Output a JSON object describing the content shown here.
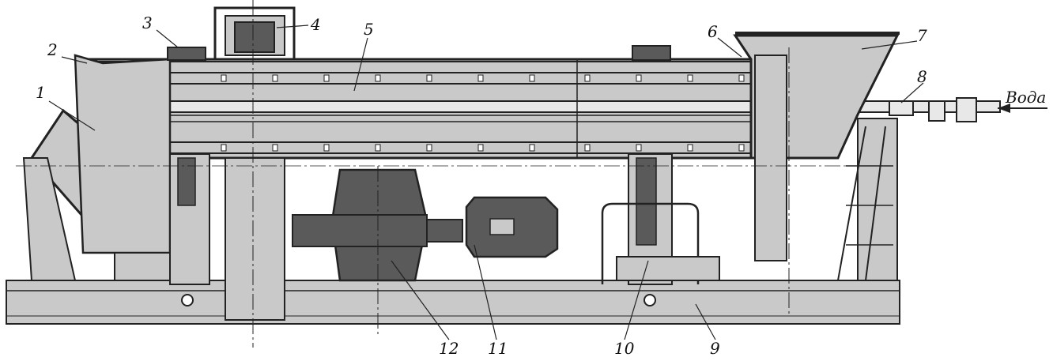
{
  "callouts": [
    {
      "id": "c1",
      "text": "1"
    },
    {
      "id": "c2",
      "text": "2"
    },
    {
      "id": "c3",
      "text": "3"
    },
    {
      "id": "c4",
      "text": "4"
    },
    {
      "id": "c5",
      "text": "5"
    },
    {
      "id": "c6",
      "text": "6"
    },
    {
      "id": "c7",
      "text": "7"
    },
    {
      "id": "c8",
      "text": "8"
    },
    {
      "id": "c9",
      "text": "9"
    },
    {
      "id": "c10",
      "text": "10"
    },
    {
      "id": "c11",
      "text": "11"
    },
    {
      "id": "c12",
      "text": "12"
    }
  ],
  "water_label": "Вода",
  "colors": {
    "body_fill": "#c9c9c9",
    "dark_fill": "#5a5a5a",
    "line": "#222222",
    "background": "#ffffff"
  }
}
